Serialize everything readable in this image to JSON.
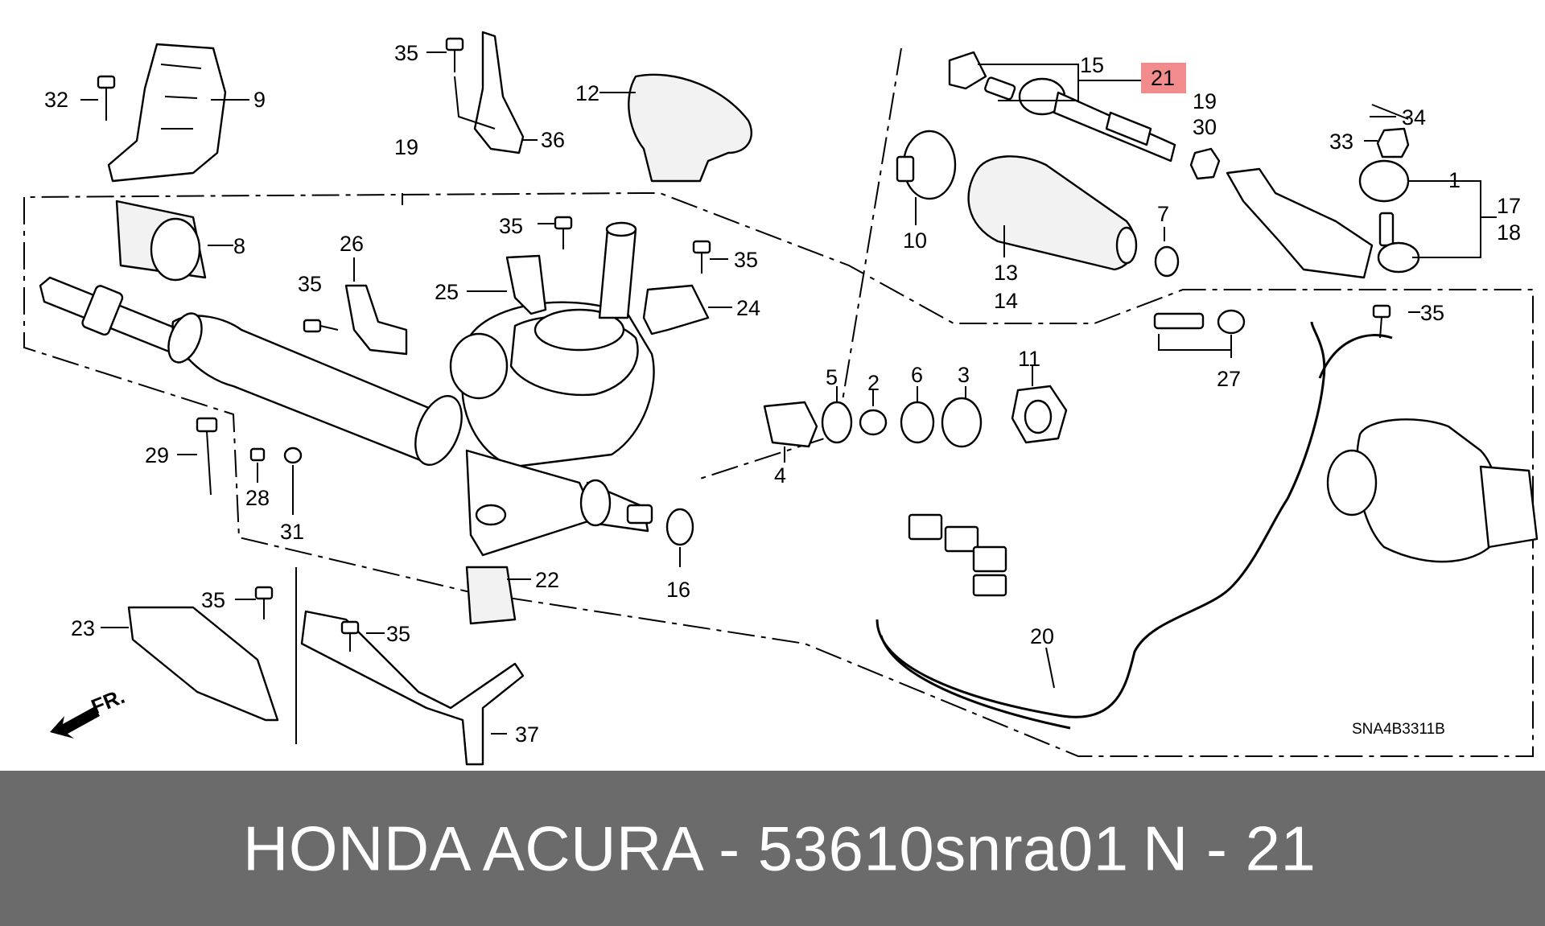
{
  "footer": {
    "brand_part": "HONDA ACURA - 53610snra01",
    "position": "N - 21"
  },
  "diagram": {
    "code": "SNA4B3311B",
    "front_label": "FR.",
    "highlight_color": "#f28b8b",
    "callouts": [
      {
        "id": "c1",
        "text": "1"
      },
      {
        "id": "c2",
        "text": "2"
      },
      {
        "id": "c3",
        "text": "3"
      },
      {
        "id": "c4",
        "text": "4"
      },
      {
        "id": "c5",
        "text": "5"
      },
      {
        "id": "c6",
        "text": "6"
      },
      {
        "id": "c7",
        "text": "7"
      },
      {
        "id": "c8",
        "text": "8"
      },
      {
        "id": "c9",
        "text": "9"
      },
      {
        "id": "c10",
        "text": "10"
      },
      {
        "id": "c11",
        "text": "11"
      },
      {
        "id": "c12",
        "text": "12"
      },
      {
        "id": "c13",
        "text": "13"
      },
      {
        "id": "c14",
        "text": "14"
      },
      {
        "id": "c15",
        "text": "15"
      },
      {
        "id": "c16",
        "text": "16"
      },
      {
        "id": "c17",
        "text": "17"
      },
      {
        "id": "c18",
        "text": "18"
      },
      {
        "id": "c19a",
        "text": "19"
      },
      {
        "id": "c19b",
        "text": "19"
      },
      {
        "id": "c20",
        "text": "20"
      },
      {
        "id": "c21",
        "text": "21"
      },
      {
        "id": "c22",
        "text": "22"
      },
      {
        "id": "c23",
        "text": "23"
      },
      {
        "id": "c24",
        "text": "24"
      },
      {
        "id": "c25",
        "text": "25"
      },
      {
        "id": "c26",
        "text": "26"
      },
      {
        "id": "c27",
        "text": "27"
      },
      {
        "id": "c28",
        "text": "28"
      },
      {
        "id": "c29",
        "text": "29"
      },
      {
        "id": "c30",
        "text": "30"
      },
      {
        "id": "c31",
        "text": "31"
      },
      {
        "id": "c32",
        "text": "32"
      },
      {
        "id": "c33",
        "text": "33"
      },
      {
        "id": "c34",
        "text": "34"
      },
      {
        "id": "c35a",
        "text": "35"
      },
      {
        "id": "c35b",
        "text": "35"
      },
      {
        "id": "c35c",
        "text": "35"
      },
      {
        "id": "c35d",
        "text": "35"
      },
      {
        "id": "c35e",
        "text": "35"
      },
      {
        "id": "c35f",
        "text": "35"
      },
      {
        "id": "c35g",
        "text": "35"
      },
      {
        "id": "c36",
        "text": "36"
      },
      {
        "id": "c37",
        "text": "37"
      }
    ]
  }
}
